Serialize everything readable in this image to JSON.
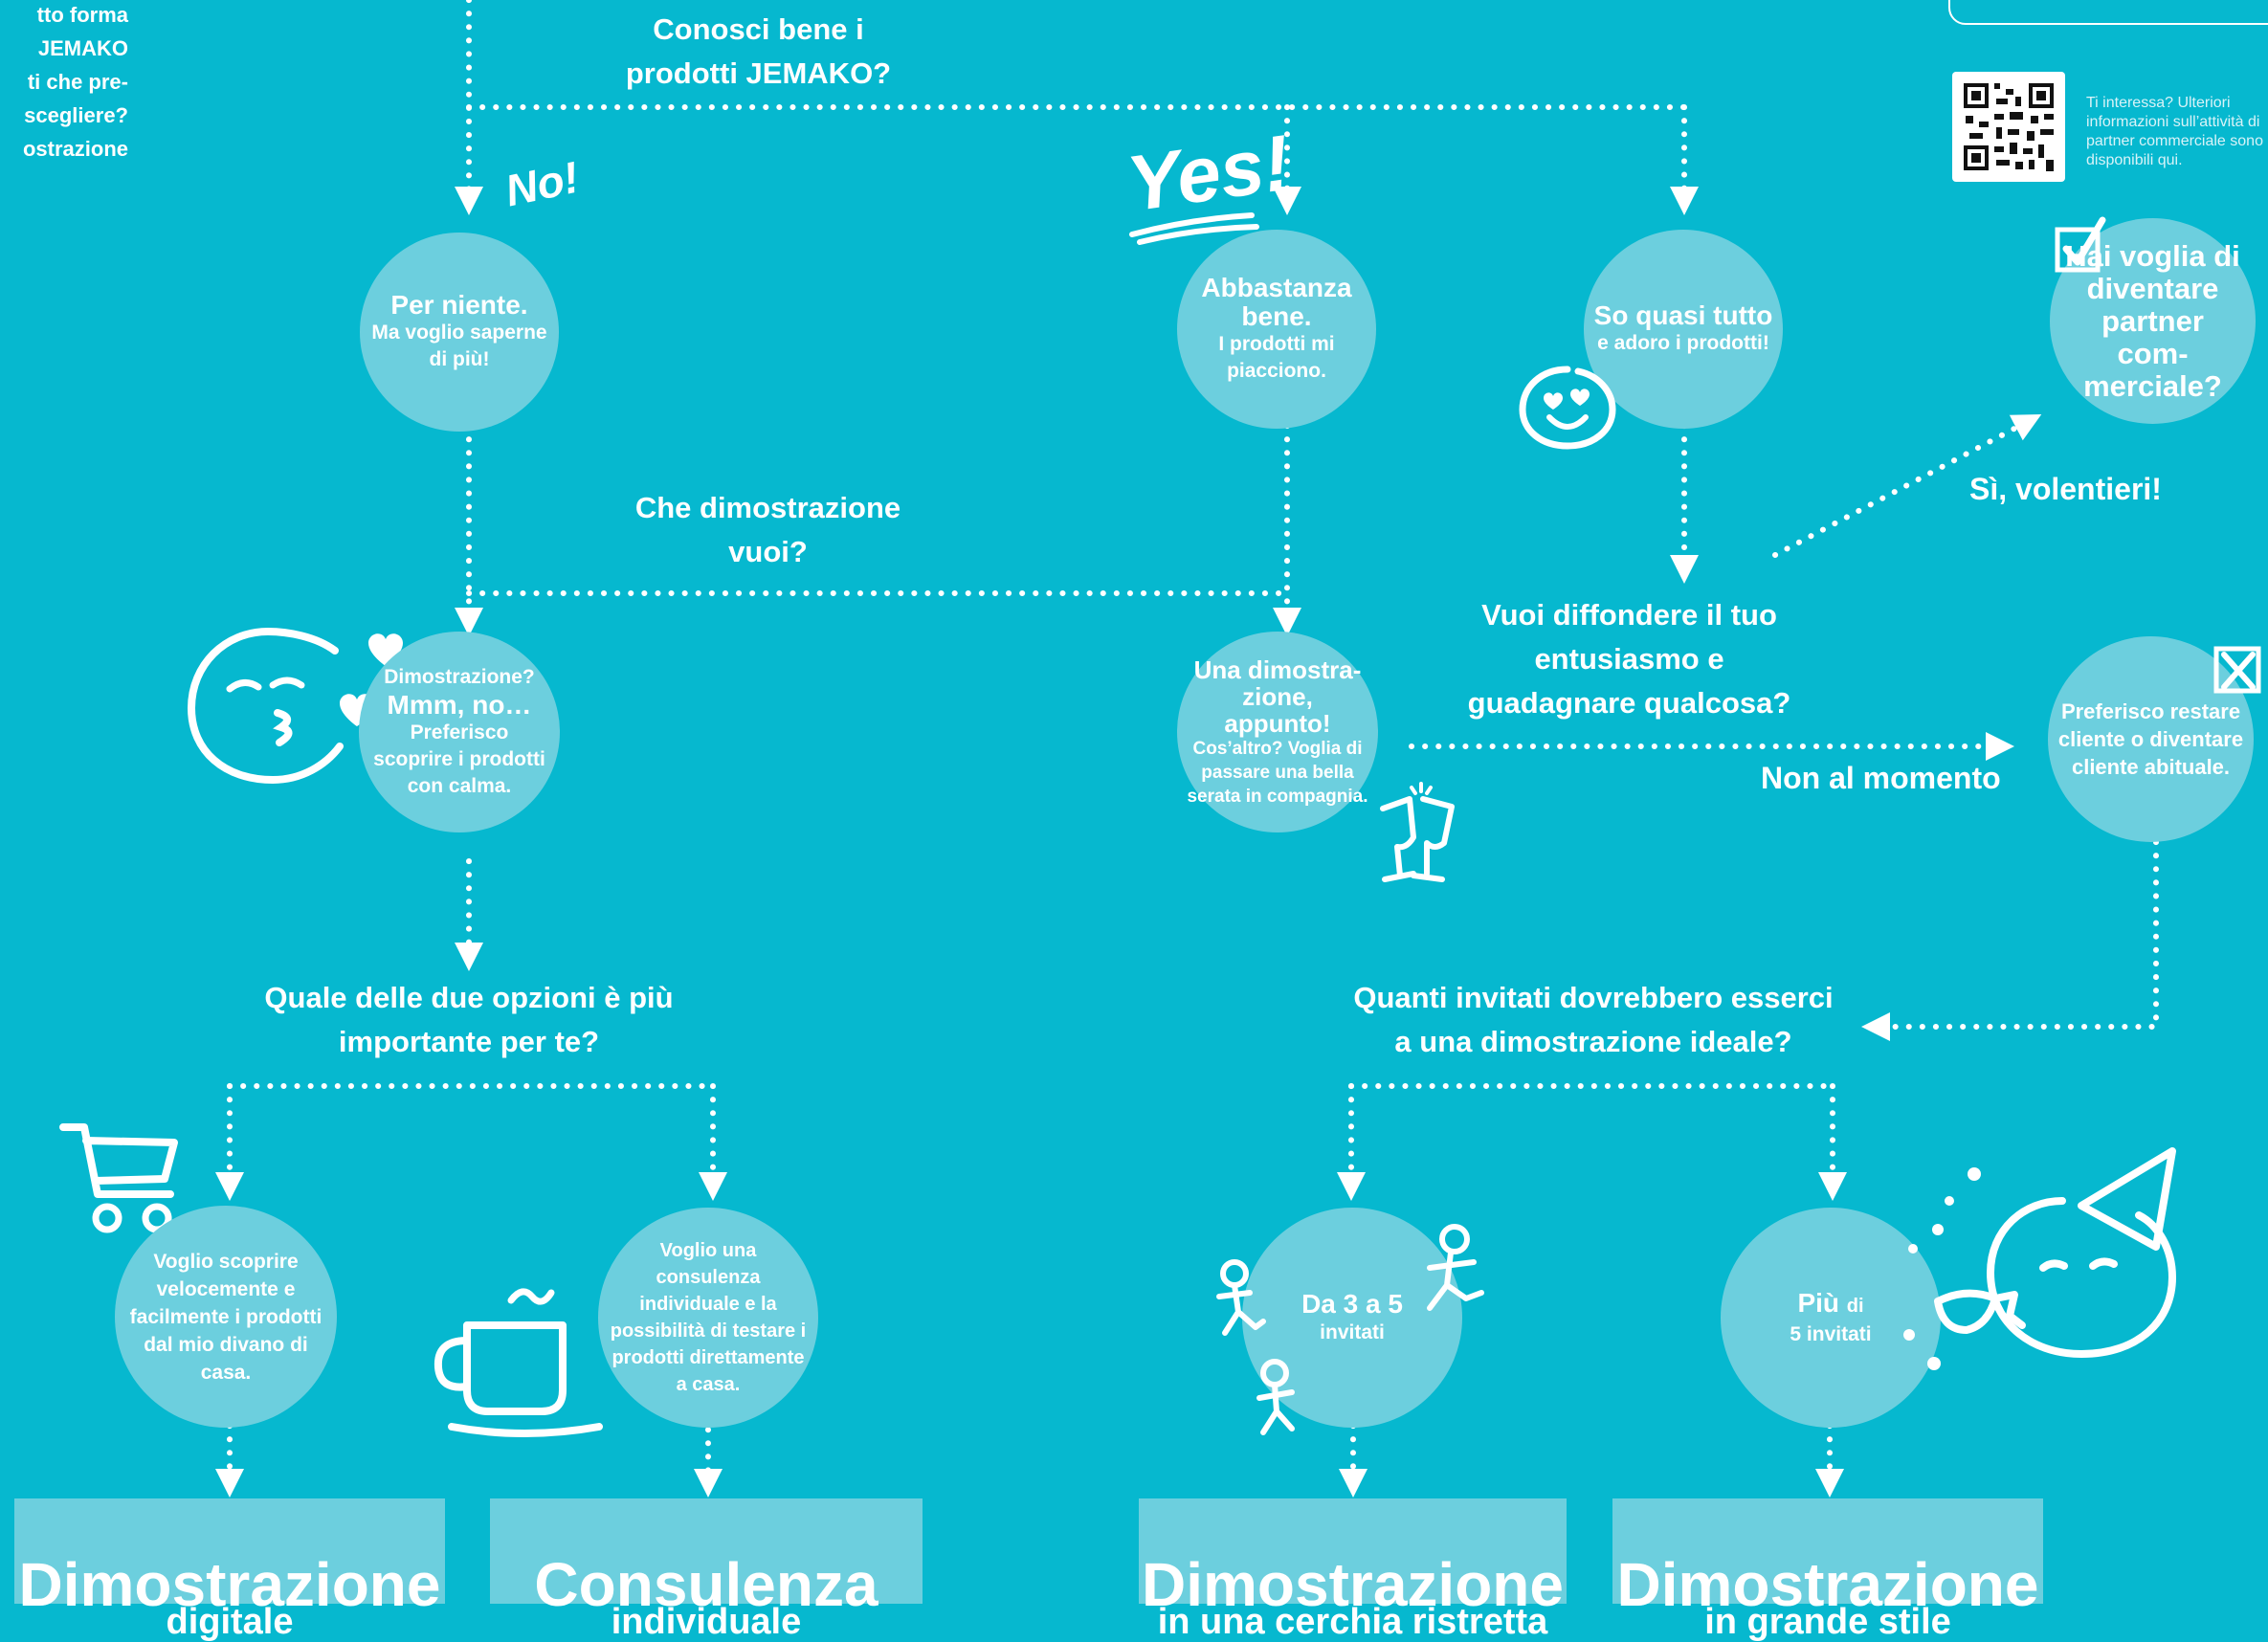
{
  "colors": {
    "background": "#06b8cf",
    "circle": "#6ccfde",
    "ink": "#ffffff"
  },
  "left_text": {
    "lines": [
      "tto forma",
      "JEMAKO",
      "ti che pre-",
      "scegliere?",
      "ostrazione"
    ]
  },
  "q_know": {
    "line1": "Conosci bene i",
    "line2": "prodotti JEMAKO?"
  },
  "stickers": {
    "no": "No!",
    "yes": "Yes!"
  },
  "c_niente": {
    "title": "Per niente.",
    "sub": "Ma voglio saperne di più!"
  },
  "c_abbastanza": {
    "title": "Abbastanza bene.",
    "sub": "I prodotti mi piacciono."
  },
  "c_quasi": {
    "title": "So quasi tutto",
    "sub": "e adoro i prodotti!"
  },
  "qr_box": {
    "text": "Ti interessa? Ulteriori informazioni sull’attività di partner commerciale sono disponibili qui."
  },
  "c_partner": {
    "text": "Hai voglia di diventare partner com-merciale?"
  },
  "si_volentieri": "Sì, volentieri!",
  "q_dimostrazione": {
    "line1": "Che dimostrazione",
    "line2": "vuoi?"
  },
  "q_diffondere": {
    "line1": "Vuoi diffondere il tuo",
    "line2": "entusiasmo e",
    "line3": "guadagnare qualcosa?"
  },
  "non_al_momento": "Non al momento",
  "c_mmm": {
    "pre": "Dimostrazione?",
    "title": "Mmm, no…",
    "sub": "Preferisco scoprire i prodotti con calma."
  },
  "c_appunto": {
    "title": "Una dimostra-zione, appunto!",
    "sub": "Cos’altro? Voglia di passare una bella serata in compagnia."
  },
  "c_cliente": {
    "text": "Preferisco restare cliente o diventare cliente abituale."
  },
  "q_opzioni": {
    "line1": "Quale delle due opzioni è più",
    "line2": "importante per te?"
  },
  "q_invitati": {
    "line1": "Quanti invitati dovrebbero esserci",
    "line2": "a una dimostrazione ideale?"
  },
  "c_divano": {
    "text": "Voglio scoprire velocemente e facilmente i prodotti dal mio divano di casa."
  },
  "c_consulenza": {
    "text": "Voglio una consulenza individuale e la possibilità di testare i prodotti direttamente a casa."
  },
  "c_3a5": {
    "big": "Da 3 a 5",
    "small": "invitati"
  },
  "c_piu5": {
    "big": "Più",
    "mid": "di",
    "small": "5 invitati"
  },
  "results": [
    {
      "title": "Dimostrazione",
      "sub": "digitale"
    },
    {
      "title": "Consulenza",
      "sub": "individuale"
    },
    {
      "title": "Dimostrazione",
      "sub": "in una cerchia ristretta"
    },
    {
      "title": "Dimostrazione",
      "sub": "in grande stile"
    }
  ],
  "icons": [
    "smiley-heart-eyes-icon",
    "kiss-face-icon",
    "champagne-glasses-icon",
    "shopping-cart-icon",
    "coffee-cup-icon",
    "running-people-icon",
    "party-face-icon",
    "checkbox-icon",
    "x-box-icon",
    "qr-code-icon"
  ]
}
